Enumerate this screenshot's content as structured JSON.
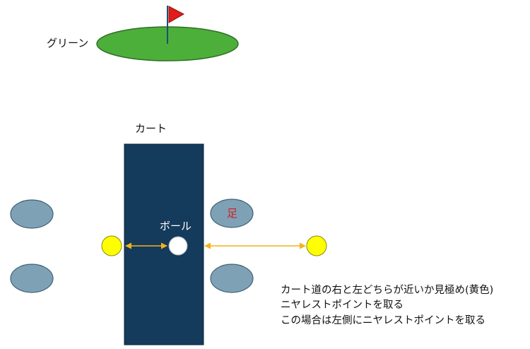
{
  "labels": {
    "green": "グリーン",
    "cart": "カート",
    "ball": "ボール",
    "foot": "足"
  },
  "note": {
    "lines": [
      "カート道の右と左どちらが近いか見極め(黄色)",
      "ニヤレストポイントを取る",
      "この場合は左側にニヤレストポイントを取る"
    ]
  },
  "colors": {
    "green": "#4caf3a",
    "green_edge": "#2f6e25",
    "flag": "#e21b1b",
    "cart_path": "#143a5c",
    "stance": "#7ea1b5",
    "stance_edge": "#3f6275",
    "ball": "#ffffff",
    "nearest_point": "#ffff00",
    "arrow": "#f3b21a",
    "foot_text": "#d02020"
  }
}
